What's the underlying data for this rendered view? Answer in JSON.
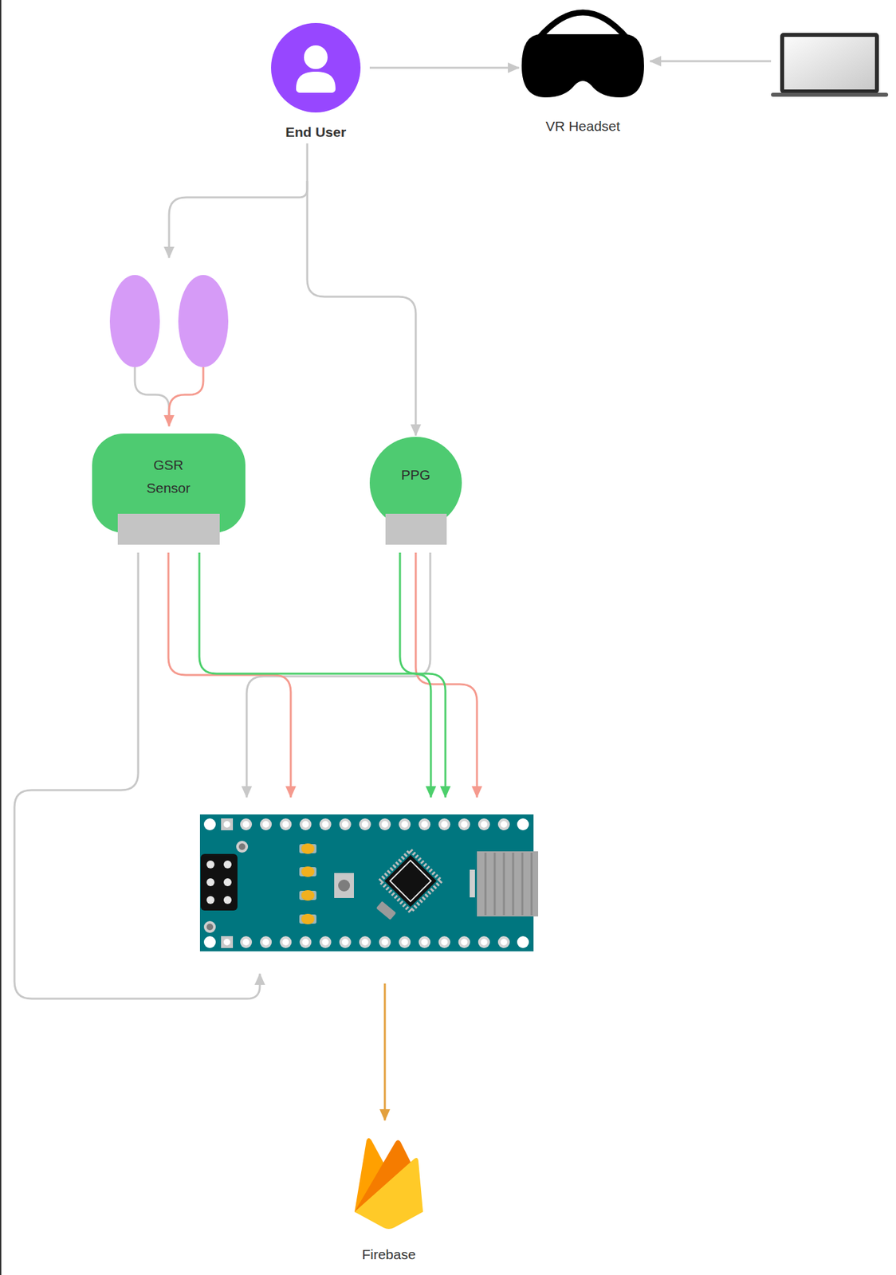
{
  "diagram": {
    "nodes": [
      {
        "text": [
          "End User"
        ]
      },
      {
        "text": [
          "VR Headset"
        ]
      },
      {
        "text": [
          "GSR Sensor"
        ]
      },
      {
        "text": [
          "PPG"
        ]
      },
      {
        "text": [
          "Firebase"
        ]
      }
    ],
    "edges": [
      {
        "from": 0,
        "to": 1,
        "arrow": "to"
      },
      {
        "from": 0,
        "to": 3,
        "arrow": "to"
      }
    ]
  }
}
